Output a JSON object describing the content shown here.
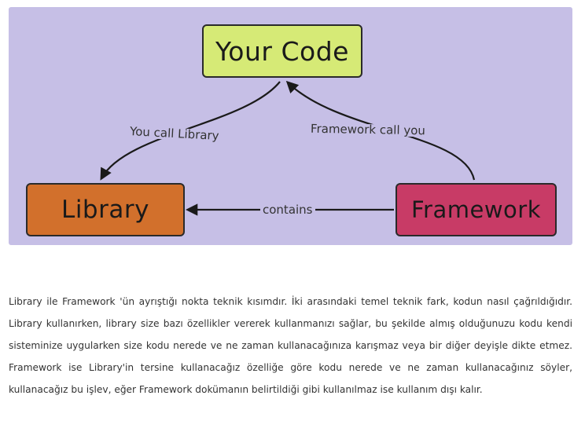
{
  "diagram": {
    "background_color": "#c6bfe6",
    "nodes": {
      "your_code": {
        "label": "Your Code",
        "color": "#d6ea76"
      },
      "library": {
        "label": "Library",
        "color": "#d2702c"
      },
      "framework": {
        "label": "Framework",
        "color": "#c83b66"
      }
    },
    "edges": {
      "you_call_library": "You call Library",
      "framework_call_you": "Framework call you",
      "contains": "contains"
    }
  },
  "article": {
    "paragraph": "Library ile Framework 'ün ayrıştığı nokta teknik kısımdır. İki arasındaki temel teknik fark,  kodun nasıl çağrıldığıdır. Library kullanırken, library size bazı özellikler vererek kullanmanızı sağlar, bu şekilde almış olduğunuzu kodu kendi sisteminize uygularken size kodu nerede ve ne zaman kullanacağınıza karışmaz veya bir diğer deyişle dikte etmez.  Framework ise Library'in tersine  kullanacağız özelliğe göre kodu nerede ve ne zaman kullanacağınız söyler, kullanacağız bu işlev, eğer Framework dokümanın belirtildiği gibi kullanılmaz ise kullanım dışı kalır."
  }
}
